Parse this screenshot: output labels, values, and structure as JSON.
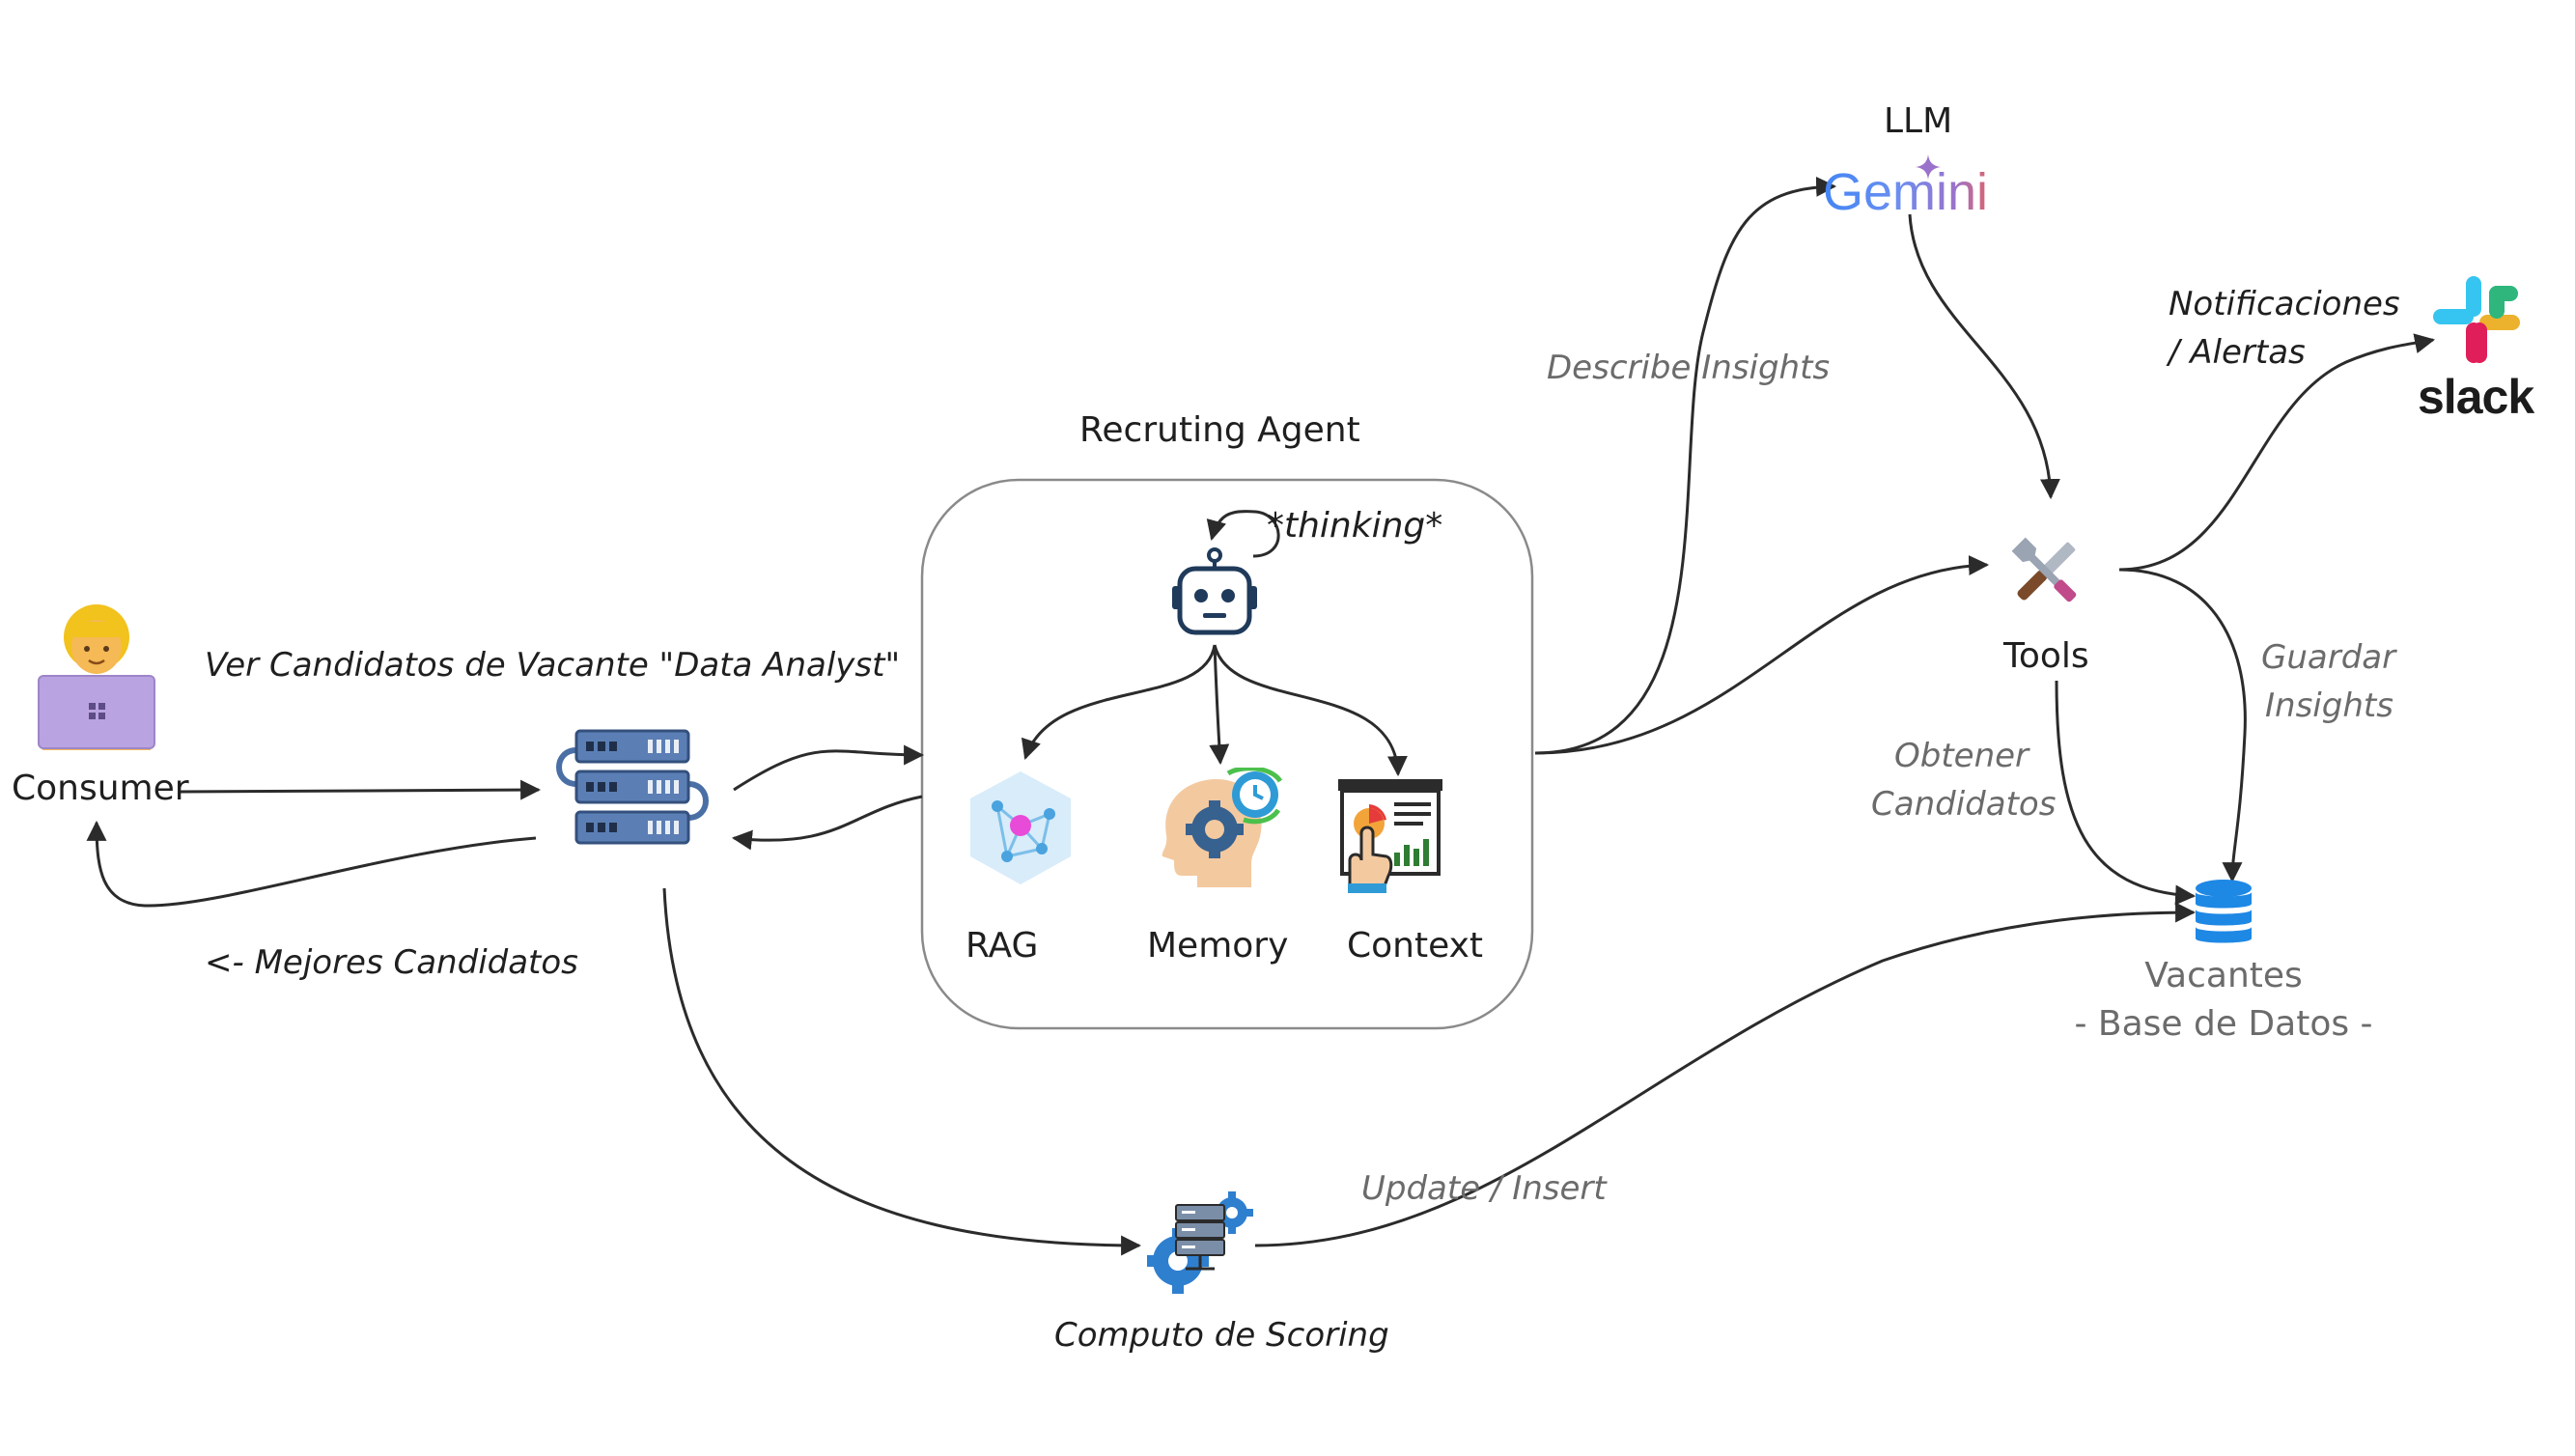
{
  "nodes": {
    "consumer": {
      "label": "Consumer"
    },
    "agent": {
      "title": "Recruting Agent",
      "thinking": "*thinking*"
    },
    "rag": {
      "label": "RAG"
    },
    "memory": {
      "label": "Memory"
    },
    "context": {
      "label": "Context"
    },
    "llm": {
      "title": "LLM",
      "brand": "Gemini"
    },
    "tools": {
      "label": "Tools"
    },
    "slack": {
      "brand": "slack"
    },
    "database": {
      "title": "Vacantes",
      "subtitle": "- Base de Datos -"
    },
    "scoring": {
      "label": "Computo de Scoring"
    }
  },
  "edges": {
    "query": "Ver Candidatos de Vacante \"Data Analyst\"",
    "best": "<- Mejores Candidatos",
    "describe": "Describe Insights",
    "notify_line1": "Notificaciones",
    "notify_line2": "/ Alertas",
    "save_line1": "Guardar",
    "save_line2": "Insights",
    "obtain_line1": "Obtener",
    "obtain_line2": "Candidatos",
    "update": "Update / Insert"
  },
  "colors": {
    "line": "#2b2b2b",
    "gray_text": "#6b6b6b",
    "db_blue": "#1e88e5",
    "server_blue": "#4a6fa5",
    "laptop_purple": "#b9a3e0",
    "gemini_blue": "#4285f4",
    "gemini_purple": "#9b72cb"
  }
}
